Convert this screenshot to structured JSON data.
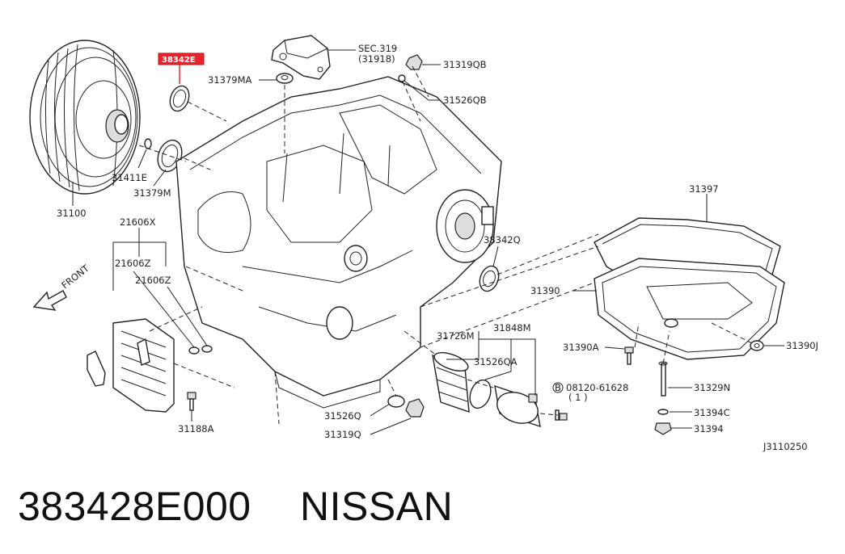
{
  "diagram": {
    "highlight_label": "38342E",
    "highlight_color": "#e8232a",
    "reference_code": "J3110250",
    "front_label": "FRONT",
    "labels": {
      "sec319": "SEC.319",
      "sec319_sub": "(31918)",
      "p31319QB": "31319QB",
      "p31379MA": "31379MA",
      "p31526QB": "31526QB",
      "p31411E": "31411E",
      "p31379M": "31379M",
      "p31100": "31100",
      "p21606X": "21606X",
      "p21606Z_a": "21606Z",
      "p21606Z_b": "21606Z",
      "p38342Q": "38342Q",
      "p31397": "31397",
      "p31390": "31390",
      "p31726M": "31726M",
      "p31848M": "31848M",
      "p31526QA": "31526QA",
      "p31390A": "31390A",
      "p31390J": "31390J",
      "p08120": "08120-61628",
      "p08120_qty": "( 1 )",
      "bolt_marker": "B",
      "p31329N": "31329N",
      "p31394C": "31394C",
      "p31394": "31394",
      "p31526Q": "31526Q",
      "p31319Q": "31319Q",
      "p31188A": "31188A"
    }
  },
  "caption": {
    "part_number": "383428E000",
    "brand": "NISSAN"
  }
}
